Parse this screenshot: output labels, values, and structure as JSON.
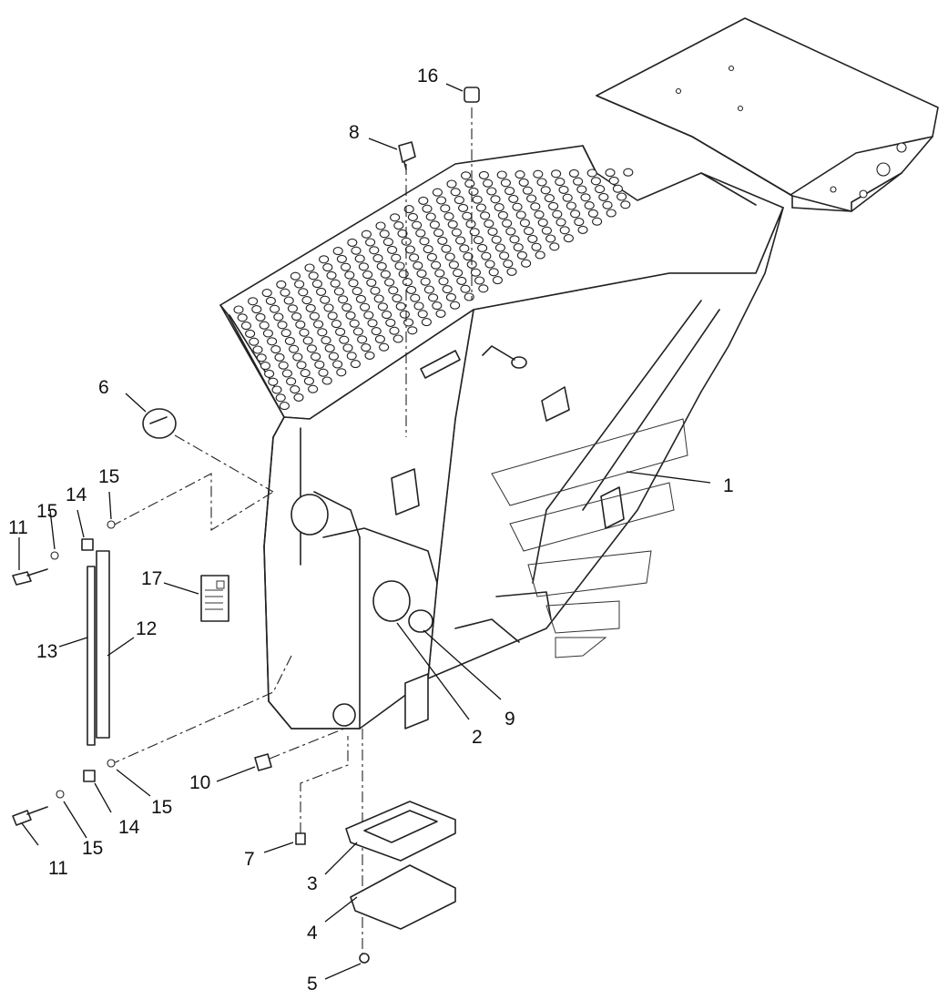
{
  "callouts": [
    {
      "id": "c1",
      "label": "1"
    },
    {
      "id": "c2",
      "label": "2"
    },
    {
      "id": "c3",
      "label": "3"
    },
    {
      "id": "c4",
      "label": "4"
    },
    {
      "id": "c5",
      "label": "5"
    },
    {
      "id": "c6",
      "label": "6"
    },
    {
      "id": "c7",
      "label": "7"
    },
    {
      "id": "c8",
      "label": "8"
    },
    {
      "id": "c9",
      "label": "9"
    },
    {
      "id": "c10",
      "label": "10"
    },
    {
      "id": "c11a",
      "label": "11"
    },
    {
      "id": "c11b",
      "label": "11"
    },
    {
      "id": "c12",
      "label": "12"
    },
    {
      "id": "c13",
      "label": "13"
    },
    {
      "id": "c14a",
      "label": "14"
    },
    {
      "id": "c14b",
      "label": "14"
    },
    {
      "id": "c15a",
      "label": "15"
    },
    {
      "id": "c15b",
      "label": "15"
    },
    {
      "id": "c15c",
      "label": "15"
    },
    {
      "id": "c15d",
      "label": "15"
    },
    {
      "id": "c16",
      "label": "16"
    },
    {
      "id": "c17",
      "label": "17"
    }
  ]
}
